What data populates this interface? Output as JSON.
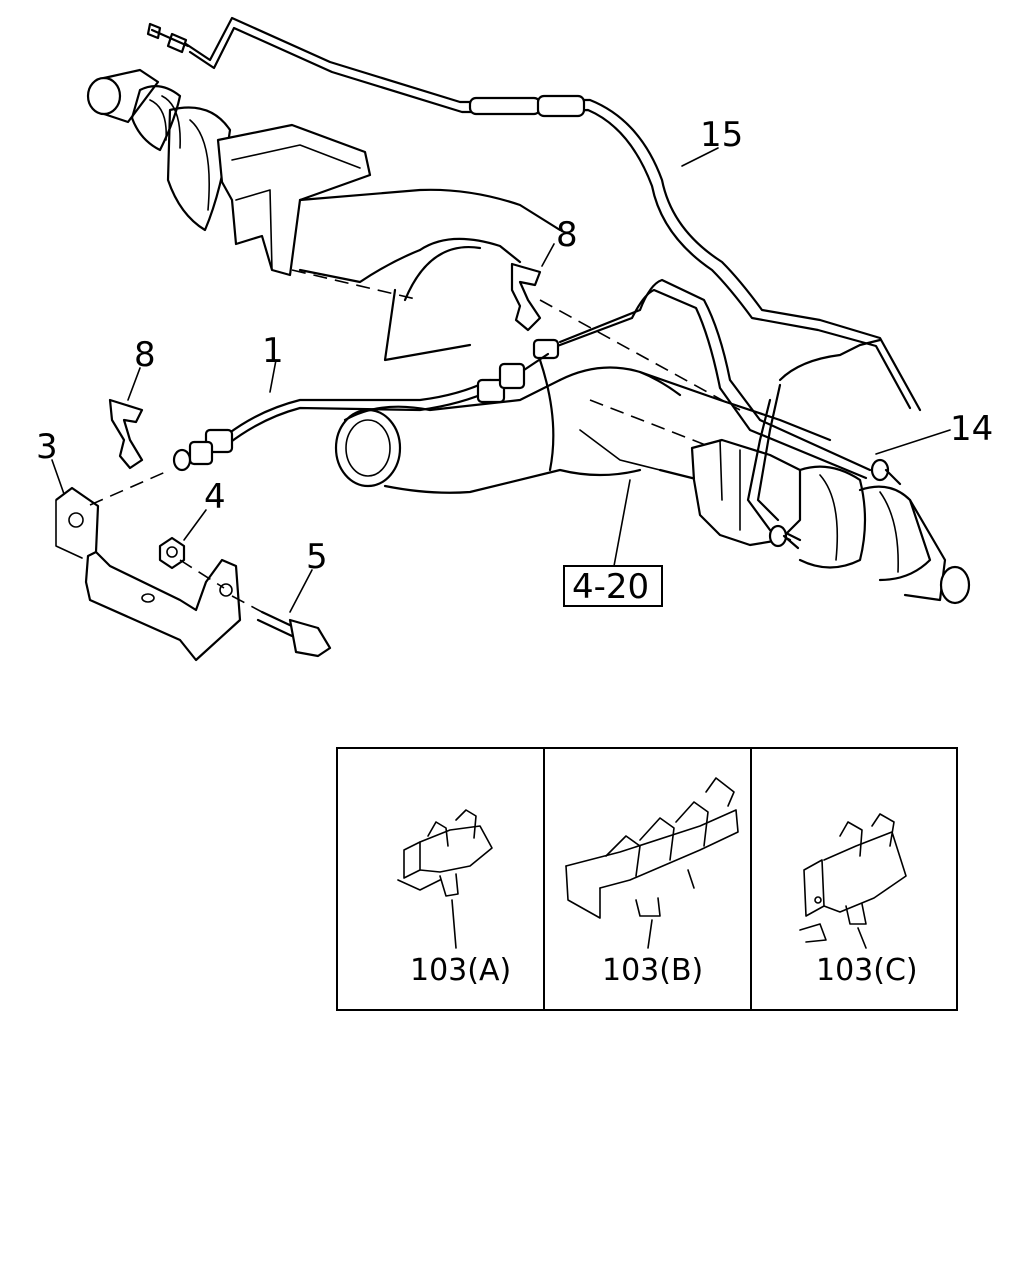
{
  "callouts": {
    "c1": "1",
    "c3": "3",
    "c4": "4",
    "c5": "5",
    "c8a": "8",
    "c8b": "8",
    "c14": "14",
    "c15": "15",
    "ref": "4-20"
  },
  "inset": {
    "panels": [
      {
        "label": "103(A)"
      },
      {
        "label": "103(B)"
      },
      {
        "label": "103(C)"
      }
    ]
  }
}
